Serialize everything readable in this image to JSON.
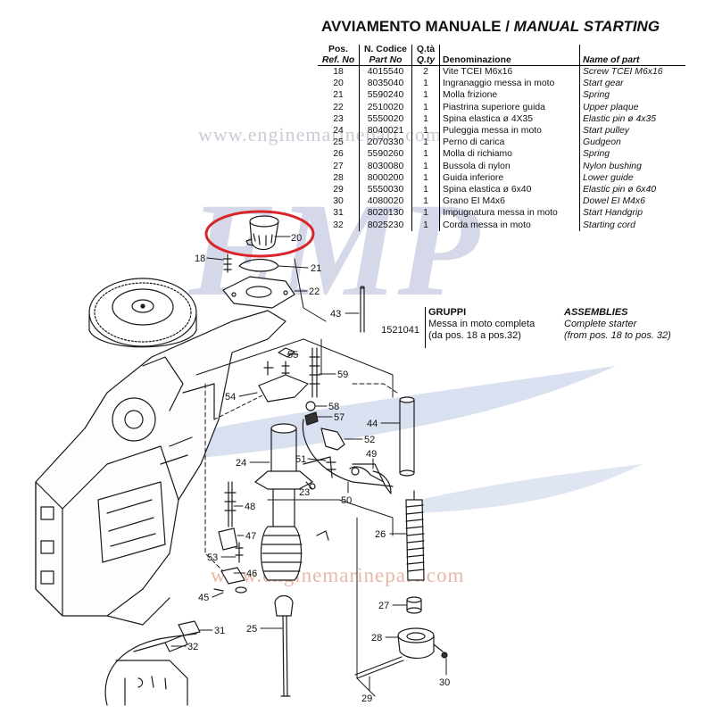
{
  "watermark": {
    "url_top": "www.enginemarinepart.com",
    "url_bottom": "www.enginemarinepart.com",
    "logo_text": "EMP",
    "colors": {
      "logo": "#c7cbe2",
      "swoosh": "#c9d3ea",
      "url_bottom": "#e9b7a8"
    }
  },
  "header": {
    "title_it": "AVVIAMENTO MANUALE / ",
    "title_en": "MANUAL STARTING"
  },
  "table": {
    "headers": {
      "pos": "Pos.",
      "ref": "Ref. No",
      "code": "N. Codice",
      "partno": "Part No",
      "qta": "Q.tà",
      "qty": "Q.ty",
      "den": "Denominazione",
      "name": "Name of part"
    },
    "rows": [
      [
        "18",
        "4015540",
        "2",
        "Vite TCEI M6x16",
        "Screw TCEI M6x16"
      ],
      [
        "20",
        "8035040",
        "1",
        "Ingranaggio messa in moto",
        "Start gear"
      ],
      [
        "21",
        "5590240",
        "1",
        "Molla frizione",
        "Spring"
      ],
      [
        "22",
        "2510020",
        "1",
        "Piastrina superiore guida",
        "Upper plaque"
      ],
      [
        "23",
        "5550020",
        "1",
        "Spina elastica ø 4X35",
        "Elastic pin ø 4x35"
      ],
      [
        "24",
        "8040021",
        "1",
        "Puleggia messa in moto",
        "Start pulley"
      ],
      [
        "25",
        "2070330",
        "1",
        "Perno di carica",
        "Gudgeon"
      ],
      [
        "26",
        "5590260",
        "1",
        "Molla di richiamo",
        "Spring"
      ],
      [
        "27",
        "8030080",
        "1",
        "Bussola di nylon",
        "Nylon bushing"
      ],
      [
        "28",
        "8000200",
        "1",
        "Guida inferiore",
        "Lower guide"
      ],
      [
        "29",
        "5550030",
        "1",
        "Spina elastica ø 6x40",
        "Elastic pin ø 6x40"
      ],
      [
        "30",
        "4080020",
        "1",
        "Grano EI M4x6",
        "Dowel EI M4x6"
      ],
      [
        "31",
        "8020130",
        "1",
        "Impugnatura messa in moto",
        "Start Handgrip"
      ],
      [
        "32",
        "8025230",
        "1",
        "Corda messa in moto",
        "Starting cord"
      ]
    ]
  },
  "groups": {
    "heading_it": "GRUPPI",
    "heading_en": "ASSEMBLIES",
    "code": "1521041",
    "desc_it_1": "Messa in moto completa",
    "desc_it_2": "(da pos. 18 a pos.32)",
    "desc_en_1": "Complete starter",
    "desc_en_2": "(from pos. 18 to pos. 32)"
  },
  "callouts": {
    "c18": "18",
    "c20": "20",
    "c21": "21",
    "c22": "22",
    "c43": "43",
    "c55": "55",
    "c59": "59",
    "c54": "54",
    "c58": "58",
    "c57": "57",
    "c44": "44",
    "c52": "52",
    "c51": "51",
    "c49": "49",
    "c24": "24",
    "c23": "23",
    "c50": "50",
    "c48": "48",
    "c47": "47",
    "c53": "53",
    "c46": "46",
    "c45": "45",
    "c26": "26",
    "c27": "27",
    "c28": "28",
    "c25": "25",
    "c31": "31",
    "c32": "32",
    "c29": "29",
    "c30": "30"
  },
  "highlight_color": "#d9252a"
}
